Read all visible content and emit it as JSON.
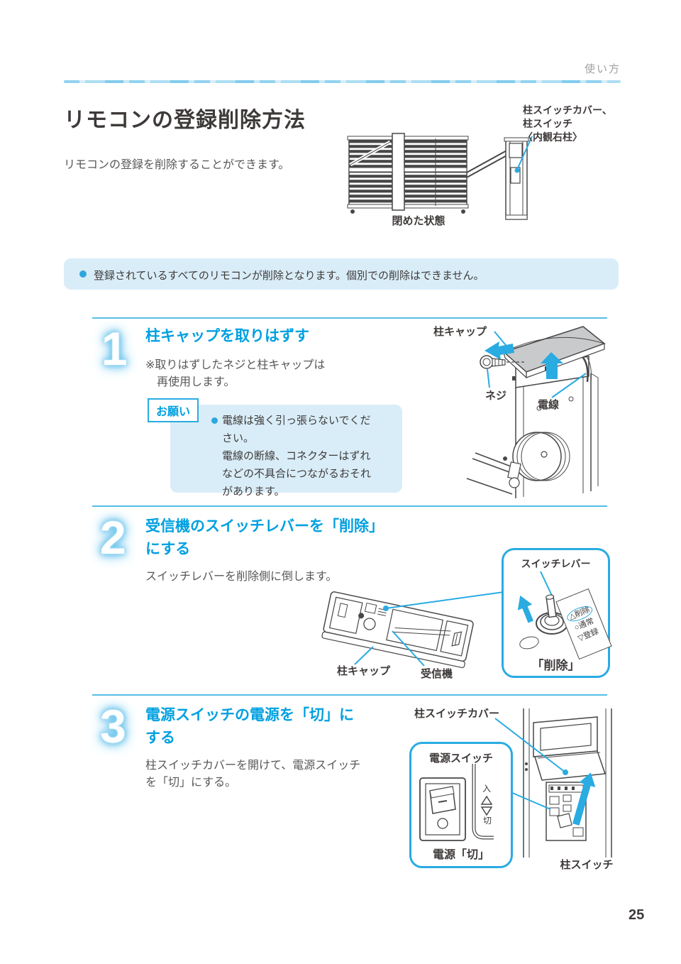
{
  "page": {
    "header": "使い方",
    "title": "リモコンの登録削除方法",
    "intro": "リモコンの登録を削除することができます。",
    "page_number": "25"
  },
  "overview": {
    "label_line1": "柱スイッチカバー、",
    "label_line2": "柱スイッチ",
    "label_line3": "〈内観右柱〉",
    "caption": "閉めた状態"
  },
  "notice": {
    "text": "登録されているすべてのリモコンが削除となります。個別での削除はできません。"
  },
  "steps": [
    {
      "number": "1",
      "heading": "柱キャップを取りはずす",
      "note_line1": "※取りはずしたネジと柱キャップは",
      "note_line2": "再使用します。",
      "request_label": "お願い",
      "request_lines": [
        "電線は強く引っ張らないでくだ",
        "さい。",
        "電線の断線、コネクターはずれ",
        "などの不具合につながるおそれ",
        "があります。"
      ],
      "labels": {
        "cap": "柱キャップ",
        "screw": "ネジ",
        "wire": "電線"
      }
    },
    {
      "number": "2",
      "heading_line1": "受信機のスイッチレバーを「削除」",
      "heading_line2": "にする",
      "body": "スイッチレバーを削除側に倒します。",
      "labels": {
        "cap": "柱キャップ",
        "receiver": "受信機"
      },
      "callout": {
        "title": "スイッチレバー",
        "positions": [
          "△削除",
          "○通常",
          "▽登録"
        ],
        "result": "「削除」"
      }
    },
    {
      "number": "3",
      "heading_line1": "電源スイッチの電源を「切」に",
      "heading_line2": "する",
      "body_line1": "柱スイッチカバーを開けて、電源スイッチ",
      "body_line2": "を「切」にする。",
      "labels": {
        "cover": "柱スイッチカバー",
        "post_switch": "柱スイッチ"
      },
      "callout": {
        "title": "電源スイッチ",
        "on": "入",
        "off": "切",
        "result": "電源「切」"
      }
    }
  ],
  "colors": {
    "accent": "#00a0e0",
    "accent_border": "#2aabe2",
    "panel_bg": "#d9edf8",
    "separator": "#56bce8",
    "text_dark": "#3e3a39",
    "text_body": "#595757"
  }
}
